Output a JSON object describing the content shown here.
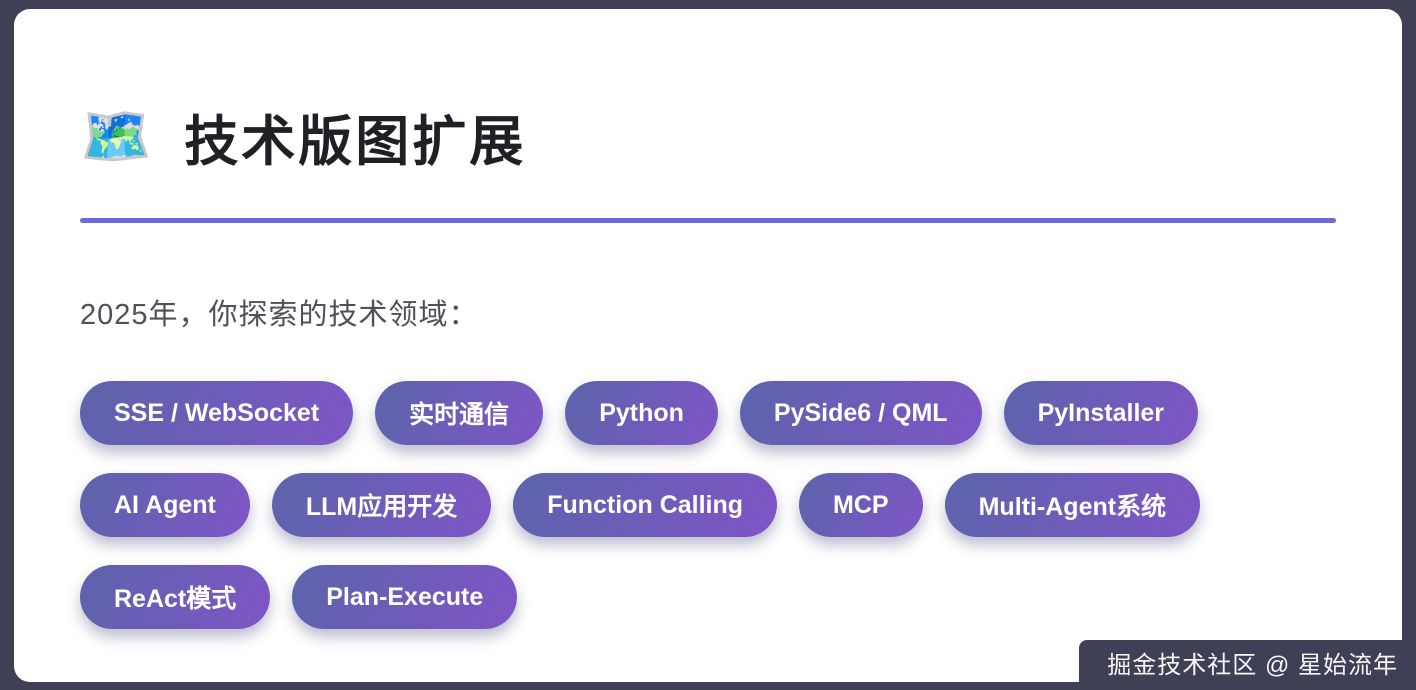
{
  "page": {
    "map_icon": "🗺️",
    "title": "技术版图扩展",
    "intro": "2025年，你探索的技术领域：",
    "watermark": "掘金技术社区 @ 星始流年"
  },
  "tags": {
    "rows": [
      [
        "SSE / WebSocket",
        "实时通信",
        "Python",
        "PySide6 / QML",
        "PyInstaller"
      ],
      [
        "AI Agent",
        "LLM应用开发",
        "Function Calling",
        "MCP",
        "Multi-Agent系统"
      ],
      [
        "ReAct模式",
        "Plan-Execute"
      ]
    ]
  },
  "colors": {
    "background": "#3f3f56",
    "card": "#ffffff",
    "title_text": "#1f1f26",
    "intro_text": "#50505a",
    "divider": "#6e6bd8",
    "pill_gradient_start": "#5c64ab",
    "pill_gradient_end": "#7e55c6",
    "pill_text": "#ffffff",
    "watermark_text": "#f7f7f7"
  }
}
